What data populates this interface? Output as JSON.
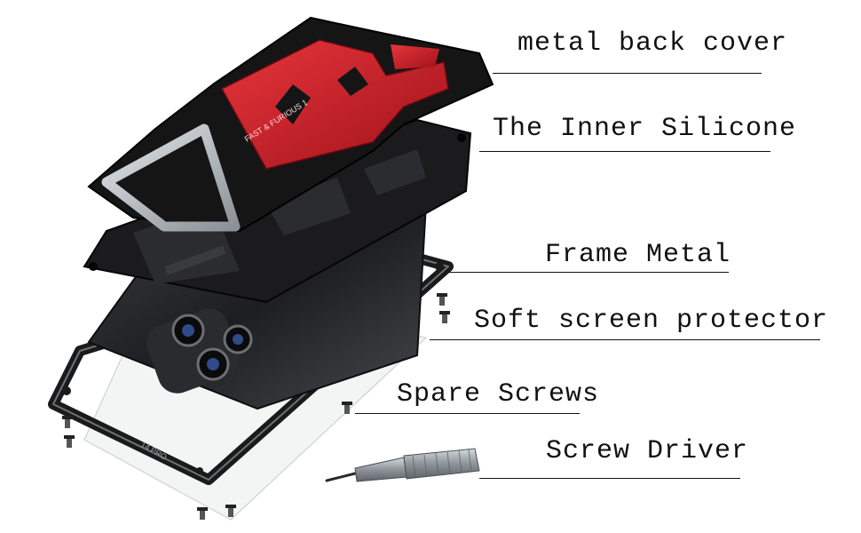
{
  "callouts": [
    {
      "key": "back_cover",
      "text": "metal back cover"
    },
    {
      "key": "inner_silicone",
      "text": "The Inner Silicone"
    },
    {
      "key": "frame_metal",
      "text": "Frame Metal"
    },
    {
      "key": "screen_protector",
      "text": "Soft screen protector"
    },
    {
      "key": "spare_screws",
      "text": "Spare Screws"
    },
    {
      "key": "screw_driver",
      "text": "Screw Driver"
    }
  ],
  "engraving": {
    "back_plate": "FAST & FURIOUS 1",
    "frame_model": "14 PRO"
  },
  "colors": {
    "red_accent": "#d2202b",
    "black": "#141414",
    "silver": "#b9bec4"
  }
}
